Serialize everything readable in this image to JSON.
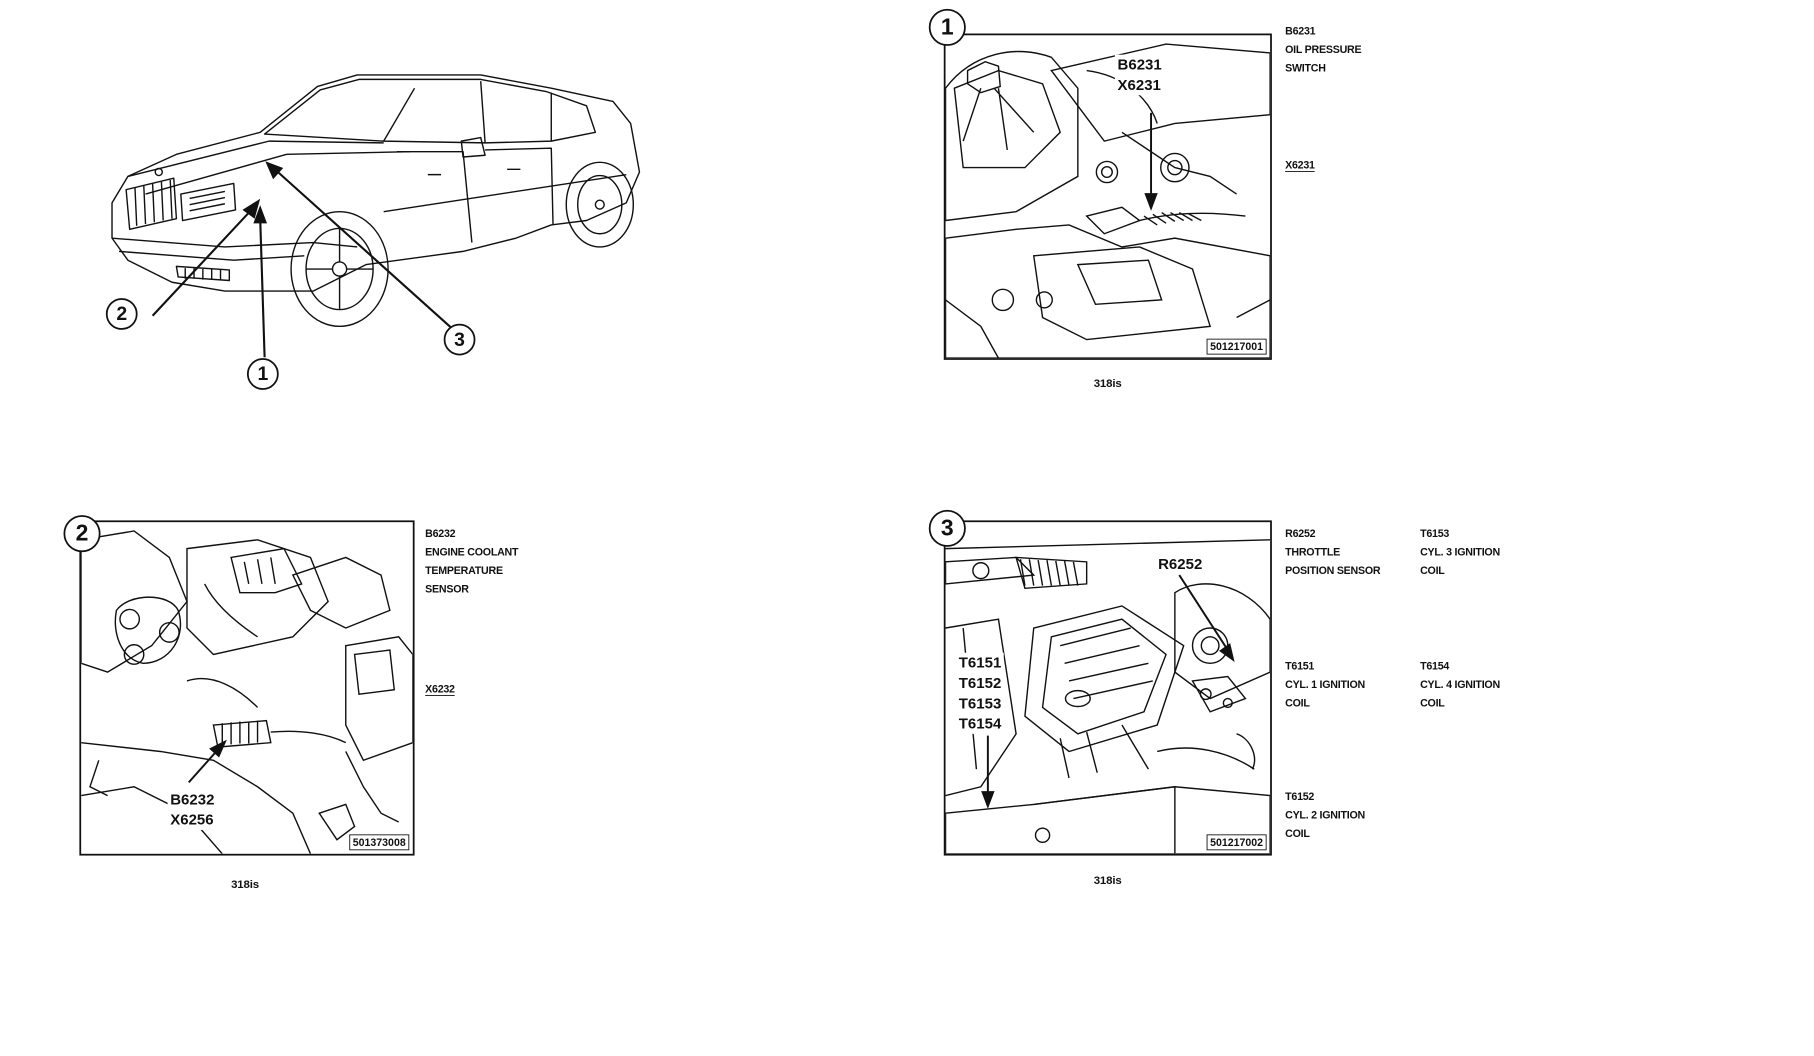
{
  "overview": {
    "callouts": [
      "1",
      "2",
      "3"
    ]
  },
  "panels": [
    {
      "num": "1",
      "fig_id": "501217001",
      "caption": "318is",
      "tag_lines": [
        "B6231",
        "X6231"
      ],
      "side_blocks": [
        {
          "lines": [
            "B6231",
            "OIL PRESSURE",
            "SWITCH"
          ]
        },
        {
          "lines": [
            "X6231"
          ],
          "underline": true
        }
      ]
    },
    {
      "num": "2",
      "fig_id": "501373008",
      "caption": "318is",
      "tag_lines": [
        "B6232",
        "X6256"
      ],
      "side_blocks": [
        {
          "lines": [
            "B6232",
            "ENGINE COOLANT",
            "TEMPERATURE",
            "SENSOR"
          ]
        },
        {
          "lines": [
            "X6232"
          ],
          "underline": true
        }
      ]
    },
    {
      "num": "3",
      "fig_id": "501217002",
      "caption": "318is",
      "tag_r": "R6252",
      "tag_lines": [
        "T6151",
        "T6152",
        "T6153",
        "T6154"
      ],
      "side_blocks": [
        {
          "lines": [
            "R6252",
            "THROTTLE",
            "POSITION SENSOR"
          ]
        },
        {
          "lines": [
            "T6153",
            "CYL. 3 IGNITION",
            "COIL"
          ]
        },
        {
          "lines": [
            "T6151",
            "CYL. 1 IGNITION",
            "COIL"
          ]
        },
        {
          "lines": [
            "T6154",
            "CYL. 4 IGNITION",
            "COIL"
          ]
        },
        {
          "lines": [
            "T6152",
            "CYL. 2 IGNITION",
            "COIL"
          ]
        }
      ]
    }
  ]
}
